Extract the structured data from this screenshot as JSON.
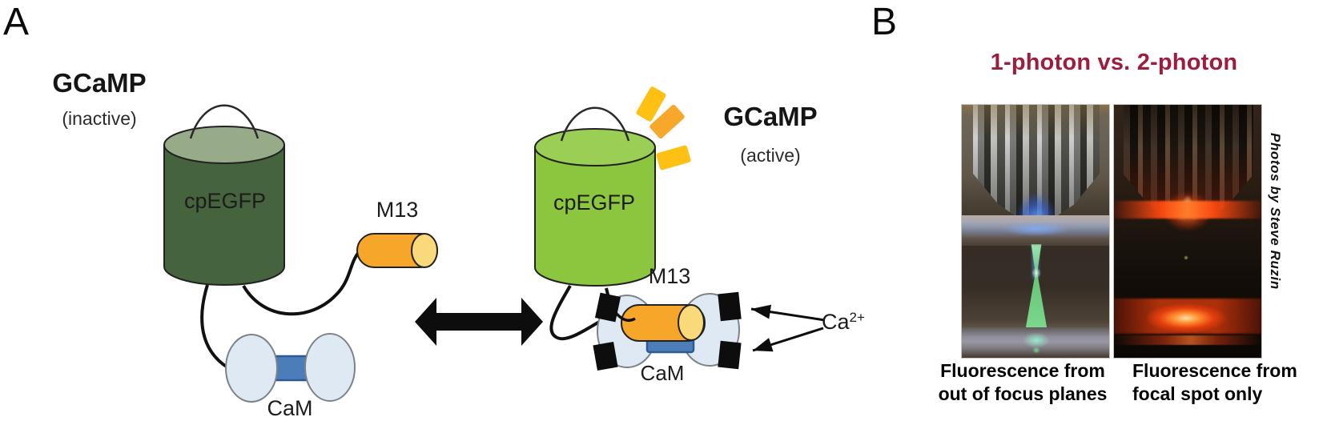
{
  "colors": {
    "ink": "#1a1a1a",
    "title_maroon": "#9e1c3c",
    "inactive_green": "#45633c",
    "inactive_green_top": "#97ab88",
    "active_green": "#8cc63f",
    "active_green_top": "#9bce55",
    "m13_orange": "#f6a629",
    "m13_cap": "#fad97a",
    "cam_fill": "#dee9f3",
    "cam_stroke": "#7d8287",
    "link_blue": "#4b7db8",
    "spark_yellow": "#fdc013",
    "arrow_black": "#0d0d0d"
  },
  "panel_a": {
    "label": "A",
    "inactive": {
      "title": "GCaMP",
      "state": "(inactive)",
      "egfp": "cpEGFP",
      "m13": "M13",
      "cam": "CaM"
    },
    "active": {
      "title": "GCaMP",
      "state": "(active)",
      "egfp": "cpEGFP",
      "m13": "M13",
      "cam": "CaM",
      "ca_base": "Ca",
      "ca_sup": "2+"
    }
  },
  "panel_b": {
    "label": "B",
    "title": "1-photon vs. 2-photon",
    "left_caption": [
      "Fluorescence from",
      "out of focus planes"
    ],
    "right_caption": [
      "Fluorescence from",
      "focal spot only"
    ],
    "credit": "Photos by Steve Ruzin"
  }
}
